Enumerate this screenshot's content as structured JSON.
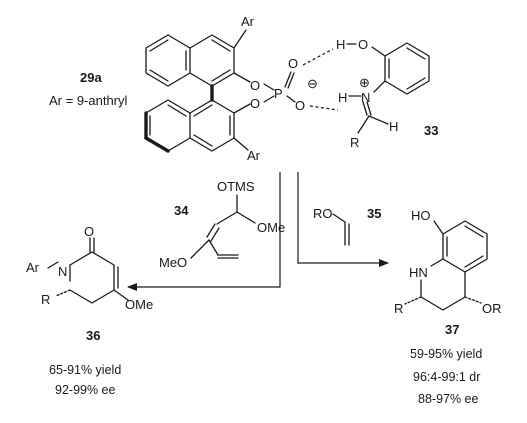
{
  "catalyst": {
    "id": "29a",
    "ar_definition": "Ar = 9-anthryl",
    "labels": {
      "ar_top": "Ar",
      "ar_bottom": "Ar",
      "o1": "O",
      "o2": "O",
      "p": "P",
      "o3": "O",
      "o4": "O",
      "minus": "⊖"
    }
  },
  "imine_33": {
    "id": "33",
    "labels": {
      "h_oh": "H",
      "o": "O",
      "h_nh": "H",
      "n": "N",
      "plus": "⊕",
      "r": "R",
      "h": "H"
    }
  },
  "reagent_34": {
    "id": "34",
    "labels": {
      "otms": "OTMS",
      "ome": "OMe",
      "meo": "MeO"
    }
  },
  "reagent_35": {
    "id": "35",
    "labels": {
      "ro": "RO"
    }
  },
  "product_36": {
    "id": "36",
    "labels": {
      "ar": "Ar",
      "n": "N",
      "o": "O",
      "r": "R",
      "ome": "OMe"
    },
    "results": [
      "65-91% yield",
      "92-99% ee"
    ]
  },
  "product_37": {
    "id": "37",
    "labels": {
      "ho": "HO",
      "hn": "HN",
      "r": "R",
      "or": "OR"
    },
    "results": [
      "59-95% yield",
      "96:4-99:1 dr",
      "88-97% ee"
    ]
  }
}
